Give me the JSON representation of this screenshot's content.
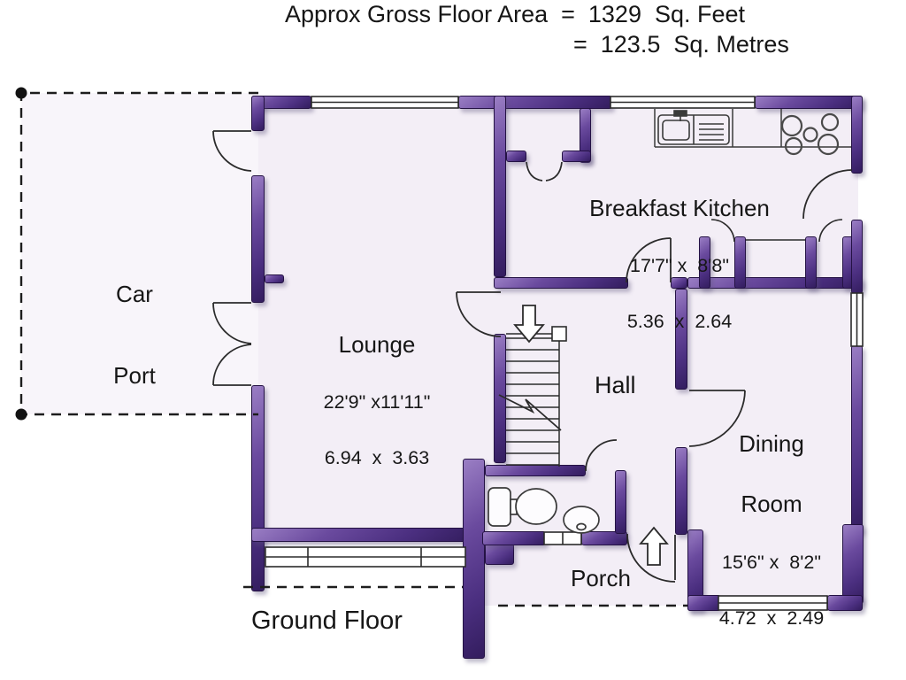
{
  "header": {
    "line1": "Approx Gross Floor Area  =  1329  Sq. Feet",
    "line2": "=  123.5  Sq. Metres"
  },
  "floor_label": "Ground Floor",
  "rooms": {
    "car_port": {
      "name_line1": "Car",
      "name_line2": "Port"
    },
    "lounge": {
      "name": "Lounge",
      "imperial": "22'9\" x11'11\"",
      "metric": "6.94  x  3.63"
    },
    "breakfast_kitchen": {
      "name": "Breakfast Kitchen",
      "imperial": "17'7\" x  8'8\"",
      "metric": "5.36  x  2.64"
    },
    "hall": {
      "name": "Hall"
    },
    "dining_room": {
      "name_line1": "Dining",
      "name_line2": "Room",
      "imperial": "15'6\" x  8'2\"",
      "metric": "4.72  x  2.49"
    },
    "porch": {
      "name": "Porch"
    }
  },
  "colors": {
    "wall_mid": "#5a3a92",
    "wall_dark": "#331d5e",
    "wall_outline": "#241244",
    "floor": "#f3eef6",
    "line": "#2b2b2b",
    "text": "#161616"
  }
}
